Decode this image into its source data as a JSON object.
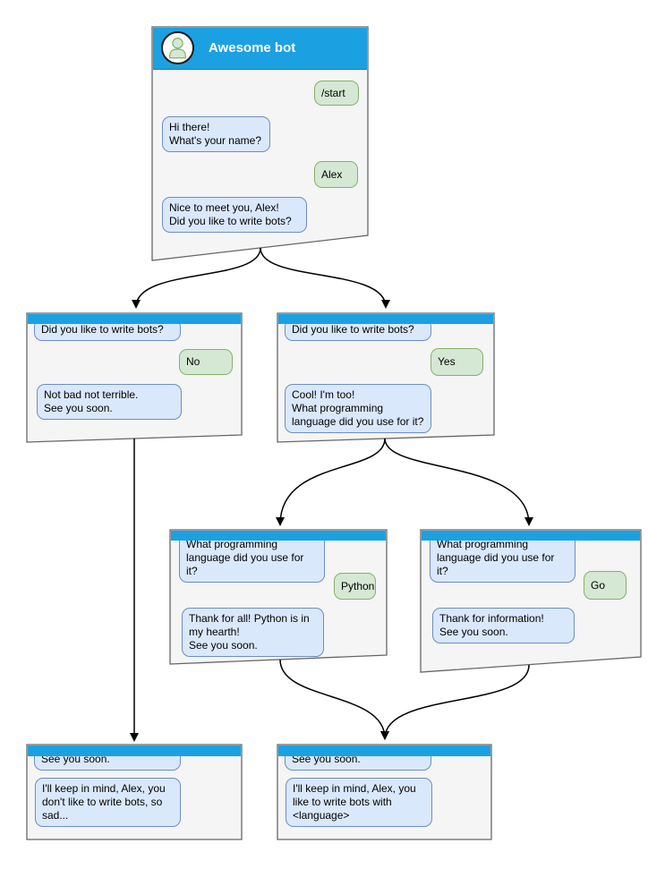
{
  "diagram": {
    "type": "chatbot-conversation-flowchart",
    "colors": {
      "header_blue": "#1ba1e2",
      "window_background": "#f5f5f5",
      "window_border": "#666666",
      "bot_bubble_fill": "#dae8fc",
      "bot_bubble_border": "#6c8ebf",
      "user_bubble_fill": "#d5e8d4",
      "user_bubble_border": "#82b366",
      "arrow": "#000000"
    },
    "windows": {
      "root": {
        "title": "Awesome bot",
        "messages": {
          "start": "/start",
          "greeting": "Hi there!\nWhat's your name?",
          "name": "Alex",
          "ask_bots": "Nice to meet you, Alex!\nDid you like to write bots?"
        }
      },
      "no_branch": {
        "header": "Did you like to write bots?",
        "answer": "No",
        "reply": "Not bad not terrible.\nSee you soon."
      },
      "yes_branch": {
        "header": "Did you like to write bots?",
        "answer": "Yes",
        "reply": "Cool! I'm too!\nWhat programming\nlanguage did you use for it?"
      },
      "python_branch": {
        "header": "What programming\nlanguage did you use for it?",
        "answer": "Python",
        "reply": "Thank for all! Python is in\nmy hearth!\nSee you soon."
      },
      "go_branch": {
        "header": "What programming\nlanguage did you use for it?",
        "answer": "Go",
        "reply": "Thank for information!\nSee you soon."
      },
      "end_no": {
        "header": "See you soon.",
        "reply": "I'll keep in mind, Alex, you\ndon't like to write bots, so\nsad..."
      },
      "end_yes": {
        "header": "See you soon.",
        "reply": "I'll keep in mind, Alex, you\nlike to write bots with\n<language>"
      }
    }
  }
}
